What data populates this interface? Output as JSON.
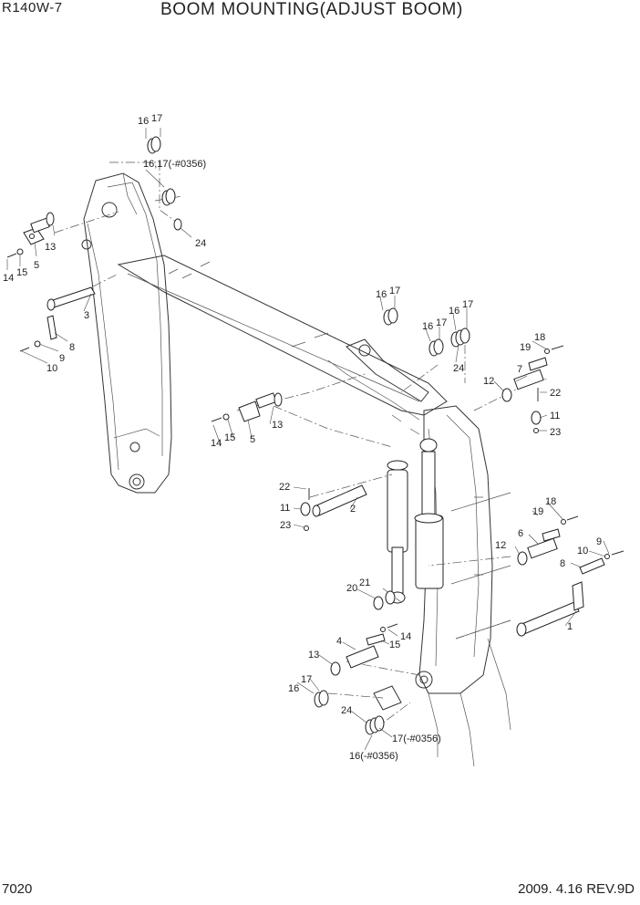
{
  "header": {
    "model": "R140W-7",
    "title": "BOOM MOUNTING(ADJUST BOOM)"
  },
  "footer": {
    "page_number": "7020",
    "date_revision": "2009. 4.16  REV.9D"
  },
  "callouts": {
    "c1": "16",
    "c2": "17",
    "c3": "16,17(-#0356)",
    "c4": "24",
    "c5": "13",
    "c6": "5",
    "c7": "15",
    "c8": "14",
    "c9": "3",
    "c10": "8",
    "c11": "9",
    "c12": "10",
    "c13": "16",
    "c14": "17",
    "c15": "16",
    "c16": "17",
    "c17": "16",
    "c18": "17",
    "c19": "24",
    "c20": "18",
    "c21": "19",
    "c22": "7",
    "c23": "12",
    "c24": "22",
    "c25": "11",
    "c26": "23",
    "c27": "13",
    "c28": "5",
    "c29": "15",
    "c30": "14",
    "c31": "22",
    "c32": "2",
    "c33": "11",
    "c34": "23",
    "c35": "18",
    "c36": "19",
    "c37": "6",
    "c38": "9",
    "c39": "10",
    "c40": "12",
    "c41": "8",
    "c42": "1",
    "c43": "20",
    "c44": "21",
    "c45": "4",
    "c46": "14",
    "c47": "15",
    "c48": "13",
    "c49": "16",
    "c50": "17",
    "c51": "24",
    "c52": "17(-#0356)",
    "c53": "16(-#0356)"
  }
}
